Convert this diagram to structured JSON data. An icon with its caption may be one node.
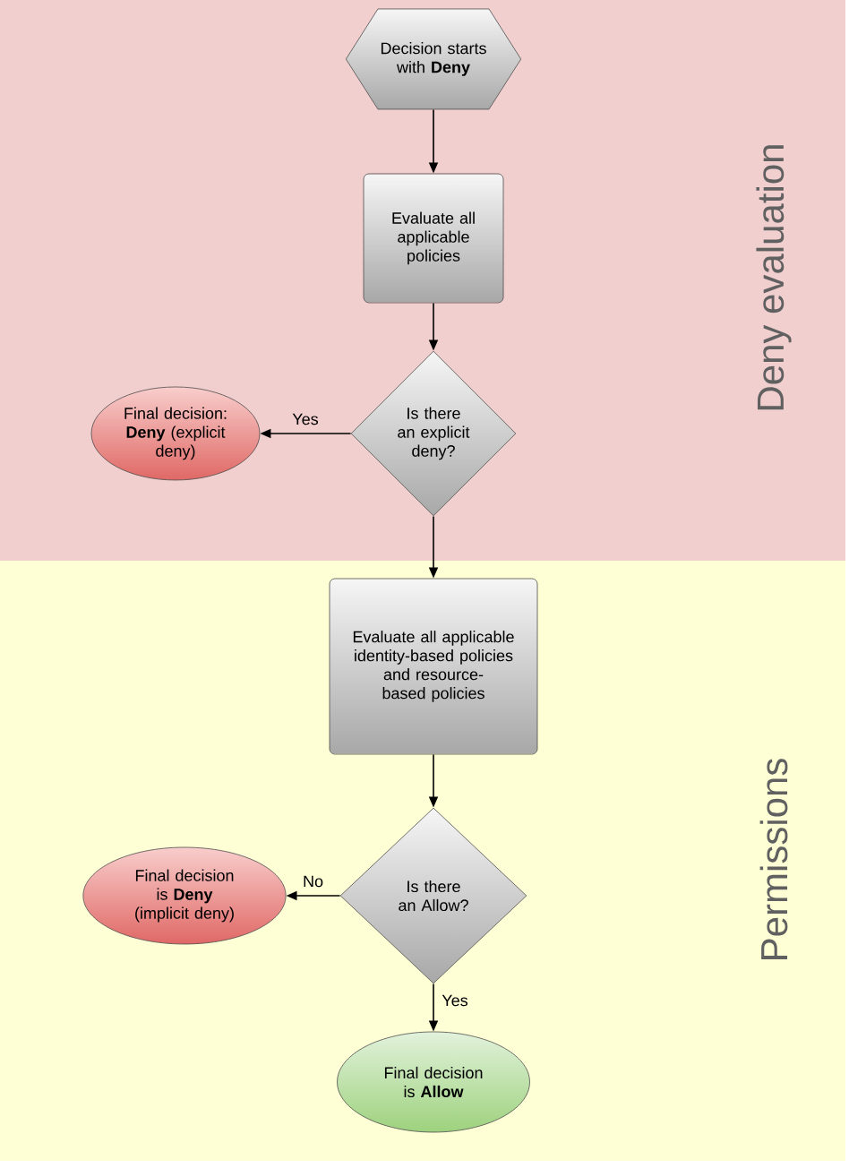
{
  "diagram": {
    "nodes": [
      {
        "text": [
          "Deny evaluation"
        ]
      },
      {
        "text": [
          "Decision starts with **Deny**"
        ],
        "in": 0
      },
      {
        "text": [
          "Evaluate all applicable policies"
        ],
        "in": 0
      },
      {
        "text": [
          "Is there an explicit deny?"
        ],
        "in": 0
      },
      {
        "text": [
          "Final decision: **Deny** (explicit deny)"
        ],
        "in": 0
      },
      {
        "text": [
          "Permissions"
        ]
      },
      {
        "text": [
          "Evaluate all applicable identity-based policies and resource-based policies"
        ],
        "in": 5
      },
      {
        "text": [
          "Is there an Allow?"
        ],
        "in": 5
      },
      {
        "text": [
          "Final decision is **Deny** (implicit deny)"
        ],
        "in": 5
      },
      {
        "text": [
          "Final decision is **Allow**"
        ],
        "in": 5
      }
    ],
    "edges": [
      {
        "from": 1,
        "to": 2,
        "arrow": "to"
      },
      {
        "from": 2,
        "to": 3,
        "arrow": "to"
      },
      {
        "from": 3,
        "to": 4,
        "arrow": "to",
        "label": "Yes"
      },
      {
        "from": 3,
        "to": 6,
        "arrow": "to"
      },
      {
        "from": 6,
        "to": 7,
        "arrow": "to"
      },
      {
        "from": 7,
        "to": 8,
        "arrow": "to",
        "label": "No"
      },
      {
        "from": 7,
        "to": 9,
        "arrow": "to",
        "label": "Yes"
      }
    ]
  }
}
